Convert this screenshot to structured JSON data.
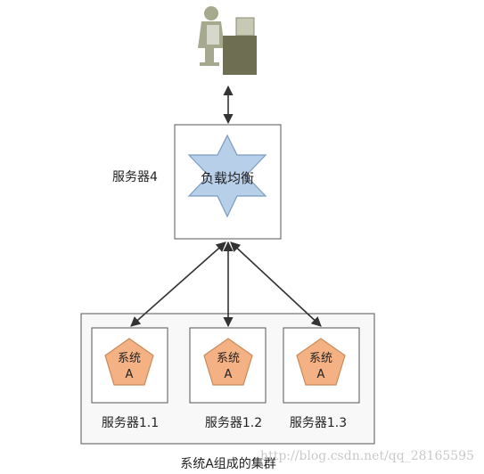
{
  "nodes": {
    "load_balancer": {
      "server_label": "服务器4",
      "inner_label": "负载均衡"
    },
    "servers": [
      {
        "label": "服务器1.1",
        "system_line1": "系统",
        "system_line2": "A"
      },
      {
        "label": "服务器1.2",
        "system_line1": "系统",
        "system_line2": "A"
      },
      {
        "label": "服务器1.3",
        "system_line1": "系统",
        "system_line2": "A"
      }
    ]
  },
  "cluster_caption": "系统A组成的集群",
  "watermark": "http://blog.csdn.net/qq_28165595",
  "colors": {
    "box_border": "#555555",
    "box_fill": "#ffffff",
    "cluster_fill": "#f8f8f8",
    "star_fill": "#b7cfe8",
    "star_stroke": "#7a9bc0",
    "pentagon_fill": "#f4b183",
    "pentagon_stroke": "#c98a5a",
    "arrow": "#333333",
    "user_figure": "#a6a98e",
    "user_desk": "#6e6f52"
  },
  "icons": {
    "user": "user-at-computer-icon"
  }
}
